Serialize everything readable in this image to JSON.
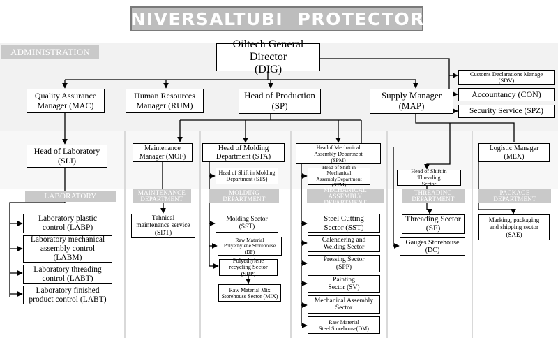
{
  "title": "UNIVERSALTUBI  PROTECTORS",
  "sections": {
    "administration": "ADMINISTRATION",
    "laboratory": "LABORATORY",
    "maintenance": "MAINTENANCE\nDEPARTMENT",
    "molding": "MOLDING\nDEPARTMENT",
    "mechanical": "MECHANICAL ASSEMBLY\nDEPARTMENT",
    "threading": "THREADING\nDEPARTMENT",
    "package": "PACKAGE\nDEPARTMENT"
  },
  "boxes": {
    "dig": "Oiltech General Director\n(DIG)",
    "mac": "Quality Assurance\nManager (MAC)",
    "rum": "Human Resources\nManager (RUM)",
    "sp": "Head of Production\n(SP)",
    "map": "Supply Manager\n(MAP)",
    "sdv": "Customs Declarations  Manage\n(SDV)",
    "con": "Accountancy (CON)",
    "spz": "Security Service (SPZ)",
    "sli": "Head of Laboratory\n(SLI)",
    "mof": "Maintenance\nManager (MOF)",
    "sta": "Head of Molding\nDepartment (STA)",
    "spm": "Headof Mechanical\nAssembly Deoartnebt\n(SPM)",
    "mex": "Logistic  Manager\n(MEX)",
    "sts": "Head of Shift in Molding\nDepartment (STS)",
    "stm": "Head of Shift in Mechanical\nAssemblyDepartment\n(STM)",
    "stf": "Head of Shift in Threading\nSector",
    "labp": "Laboratory plastic\ncontrol (LABP)",
    "labm": "Laboratory mechanical\nassembly control\n(LABM)",
    "labt": "Laboratory threading\ncontrol (LABT)",
    "labt2": "Laboratory finished\nproduct control (LABT)",
    "sdt": "Tehnical\nmaintenance service\n(SDT)",
    "sst_mold": "Molding Sector\n(SST)",
    "dp": "Raw Material\nPolyethylene Storehouse\n(DP)",
    "srp": "Polyethylene\nrecycling Sector (SRP)",
    "mix": "Raw Material Mix\nStorehouse Sector (MIX)",
    "sst_cut": "Steel Cutting\nSector (SST)",
    "cal": "Calendering and\nWelding Sector",
    "spp": "Pressing Sector\n(SPP)",
    "sv": "Painting\nSector (SV)",
    "mas": "Mechanical Assembly\nSector",
    "dm": "Raw Material\nSteel Storehouse(DM)",
    "sf": "Threading Sector\n(SF)",
    "dc": "Gauges Storehouse\n(DC)",
    "sae": "Marking, packaging\nand shipping sector\n(SAE)"
  }
}
